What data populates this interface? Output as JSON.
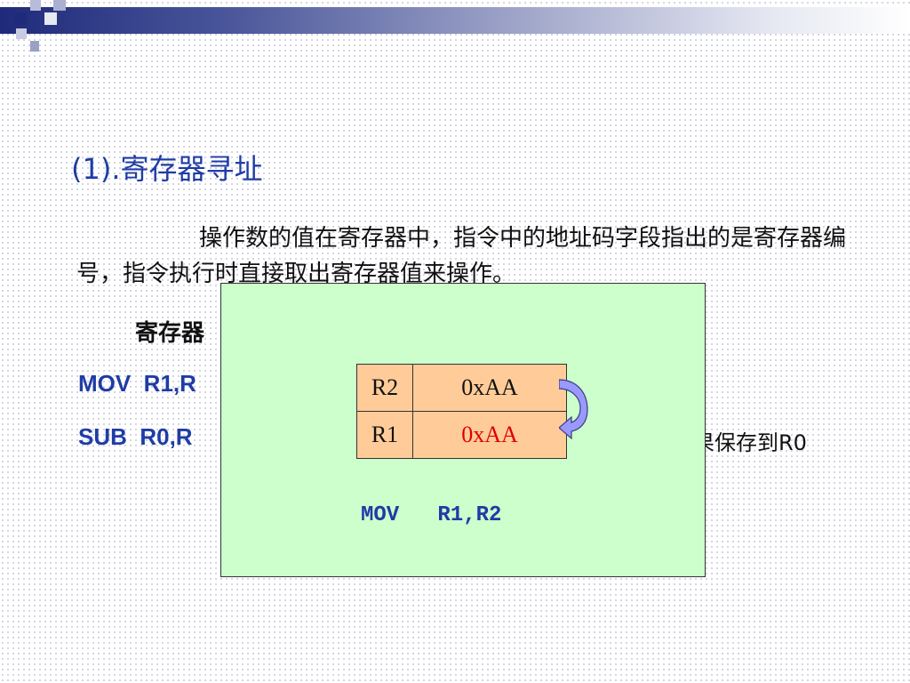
{
  "slide": {
    "title": "(1).寄存器寻址",
    "paragraph": "操作数的值在寄存器中，指令中的地址码字段指出的是寄存器编号，指令执行时直接取出寄存器值来操作。",
    "example_heading": "寄存器",
    "code_line_1": "MOV  R1,R",
    "code_line_2": "SUB  R0,R",
    "code_line_2_tail": "果保存到R0"
  },
  "diagram": {
    "registers": [
      {
        "name": "R2",
        "value": "0xAA",
        "value_color": "#111111"
      },
      {
        "name": "R1",
        "value": "0xAA",
        "value_color": "#e00000"
      }
    ],
    "instruction": "MOV   R1,R2",
    "colors": {
      "panel_bg": "#ccffcc",
      "cell_bg": "#ffcc99",
      "arrow_fill": "#9999ff",
      "code_blue": "#1f3ca6"
    }
  }
}
